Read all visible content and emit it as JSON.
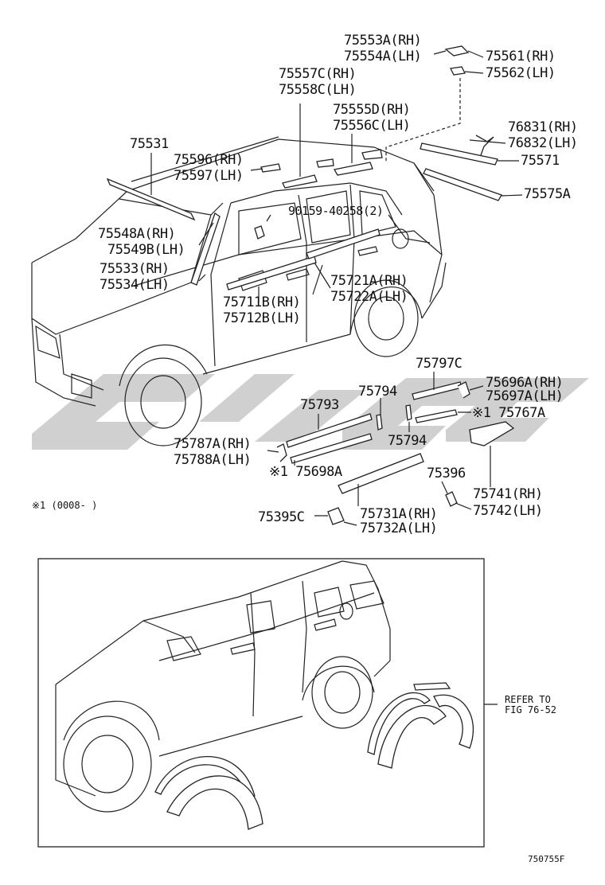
{
  "labels": {
    "p75553A": "75553A(RH)",
    "p75554A": "75554A(LH)",
    "p75561": "75561(RH)",
    "p75562": "75562(LH)",
    "p75557C": "75557C(RH)",
    "p75558C": "75558C(LH)",
    "p75555D": "75555D(RH)",
    "p75556C": "75556C(LH)",
    "p76831": "76831(RH)",
    "p76832": "76832(LH)",
    "p75531": "75531",
    "p75596": "75596(RH)",
    "p75597": "75597(LH)",
    "p75571": "75571",
    "p75575A": "75575A",
    "p90159": "90159-40258(2)",
    "p75548A": "75548A(RH)",
    "p75549B": "75549B(LH)",
    "p75533": "75533(RH)",
    "p75534": "75534(LH)",
    "p75721A": "75721A(RH)",
    "p75722A": "75722A(LH)",
    "p75711B": "75711B(RH)",
    "p75712B": "75712B(LH)",
    "p75797C": "75797C",
    "p75696A": "75696A(RH)",
    "p75697A": "75697A(LH)",
    "p75793": "75793",
    "p75794a": "75794",
    "p75767A": "※1 75767A",
    "p75794b": "75794",
    "p75787A": "75787A(RH)",
    "p75788A": "75788A(LH)",
    "p75698A": "※1 75698A",
    "p75396": "75396",
    "p75741": "75741(RH)",
    "p75742": "75742(LH)",
    "note": "※1 (0008-    )",
    "p75395C": "75395C",
    "p75731A": "75731A(RH)",
    "p75732A": "75732A(LH)",
    "refer1": "REFER TO",
    "refer2": "FIG 76-52",
    "code": "750755F"
  },
  "colors": {
    "line": "#222222",
    "watermark": "#c8c8c8",
    "background": "#ffffff"
  }
}
